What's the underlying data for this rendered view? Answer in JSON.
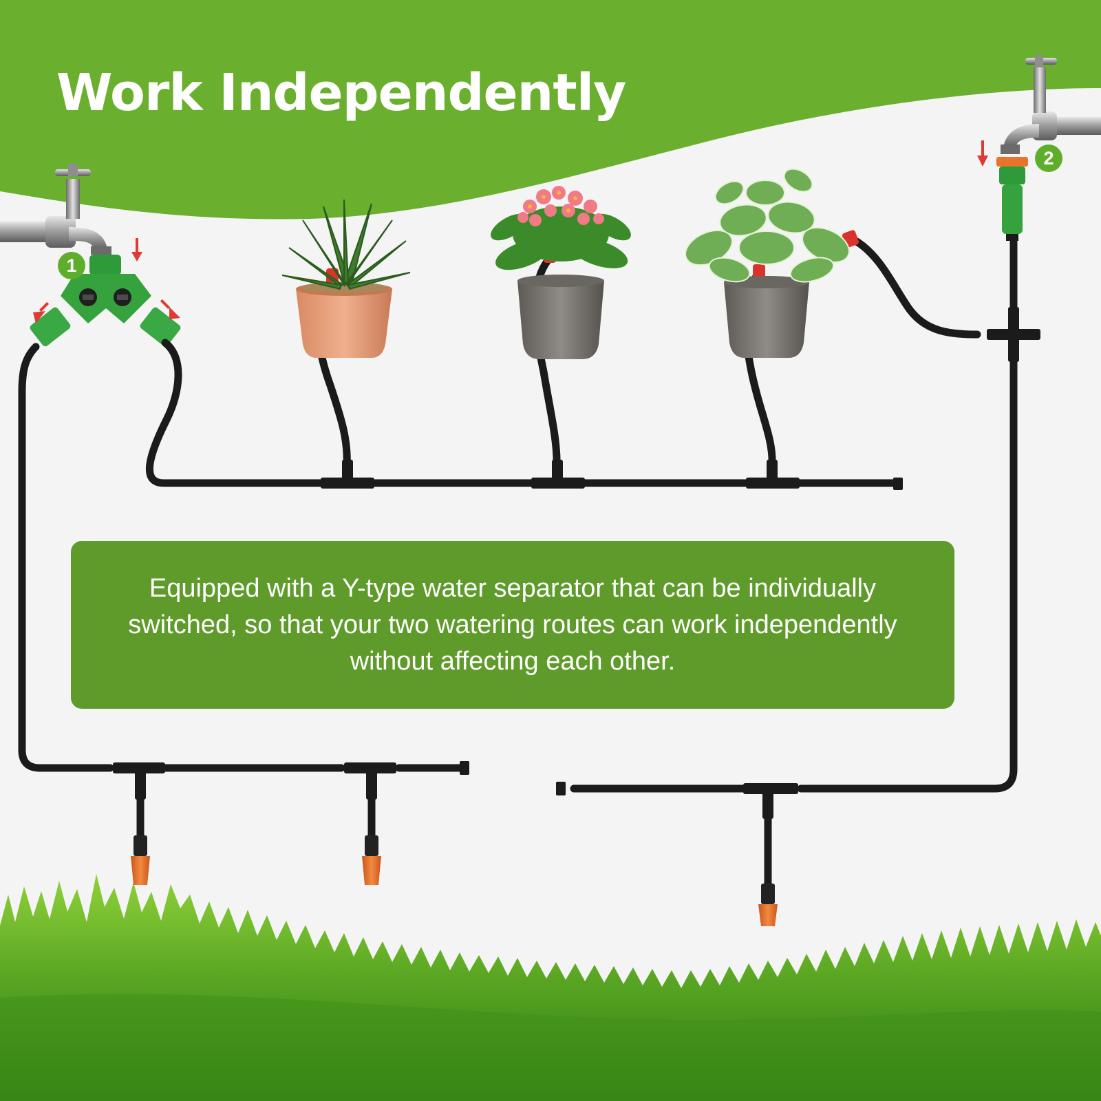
{
  "title": "Work Independently",
  "description": "Equipped with a Y-type water separator that can be individually switched, so that your two watering routes can work independently without affecting each other.",
  "badges": {
    "first": "1",
    "second": "2"
  },
  "colors": {
    "banner_green": "#6aaf2e",
    "box_green": "#5e9b2a",
    "tube": "#1b1b1b",
    "connector_green": "#35a23e",
    "nozzle_orange": "#e8732a",
    "arrow_red": "#e03a35"
  }
}
